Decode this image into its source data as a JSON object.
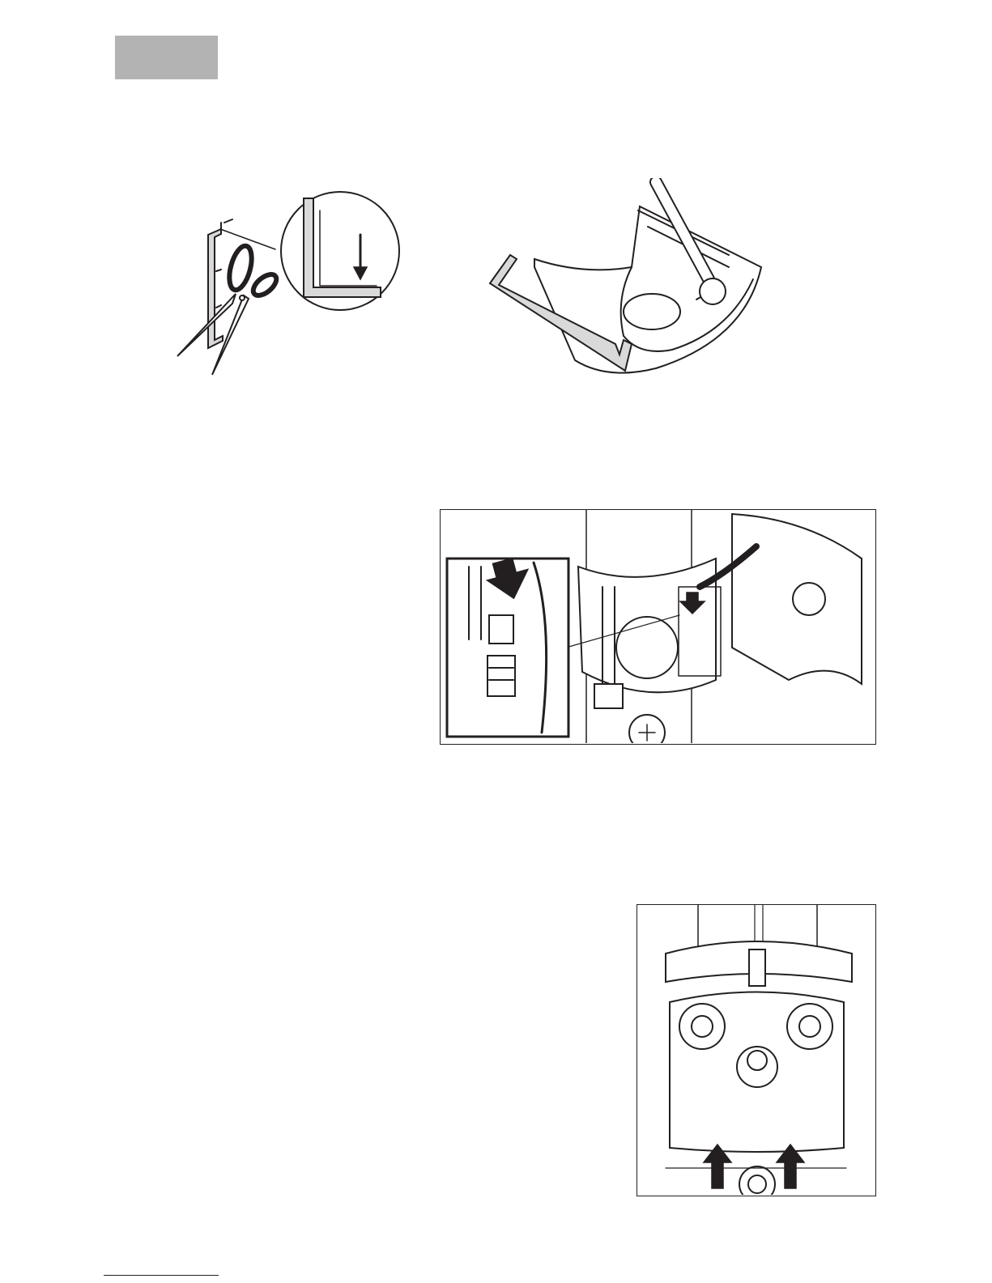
{
  "page": {
    "section_tab_label": "",
    "background": "#ffffff",
    "tab_color": "#b3b3b3",
    "ink_color": "#231f20"
  },
  "figures": [
    {
      "name": "figure-cut-trim-strip",
      "icons": [
        "trim-strip-icon",
        "scissors-icon",
        "magnifier-detail-icon",
        "down-arrow-icon"
      ]
    },
    {
      "name": "figure-insert-trim-in-cover",
      "icons": [
        "cover-shell-icon",
        "trim-strip-icon",
        "hose-icon"
      ]
    },
    {
      "name": "figure-connect-hose",
      "icons": [
        "valve-body-icon",
        "fitting-icon",
        "down-arrow-icon",
        "detail-inset-icon"
      ]
    },
    {
      "name": "figure-mount-cover",
      "icons": [
        "cover-plate-icon",
        "screw-icon",
        "up-arrow-icon"
      ]
    }
  ]
}
